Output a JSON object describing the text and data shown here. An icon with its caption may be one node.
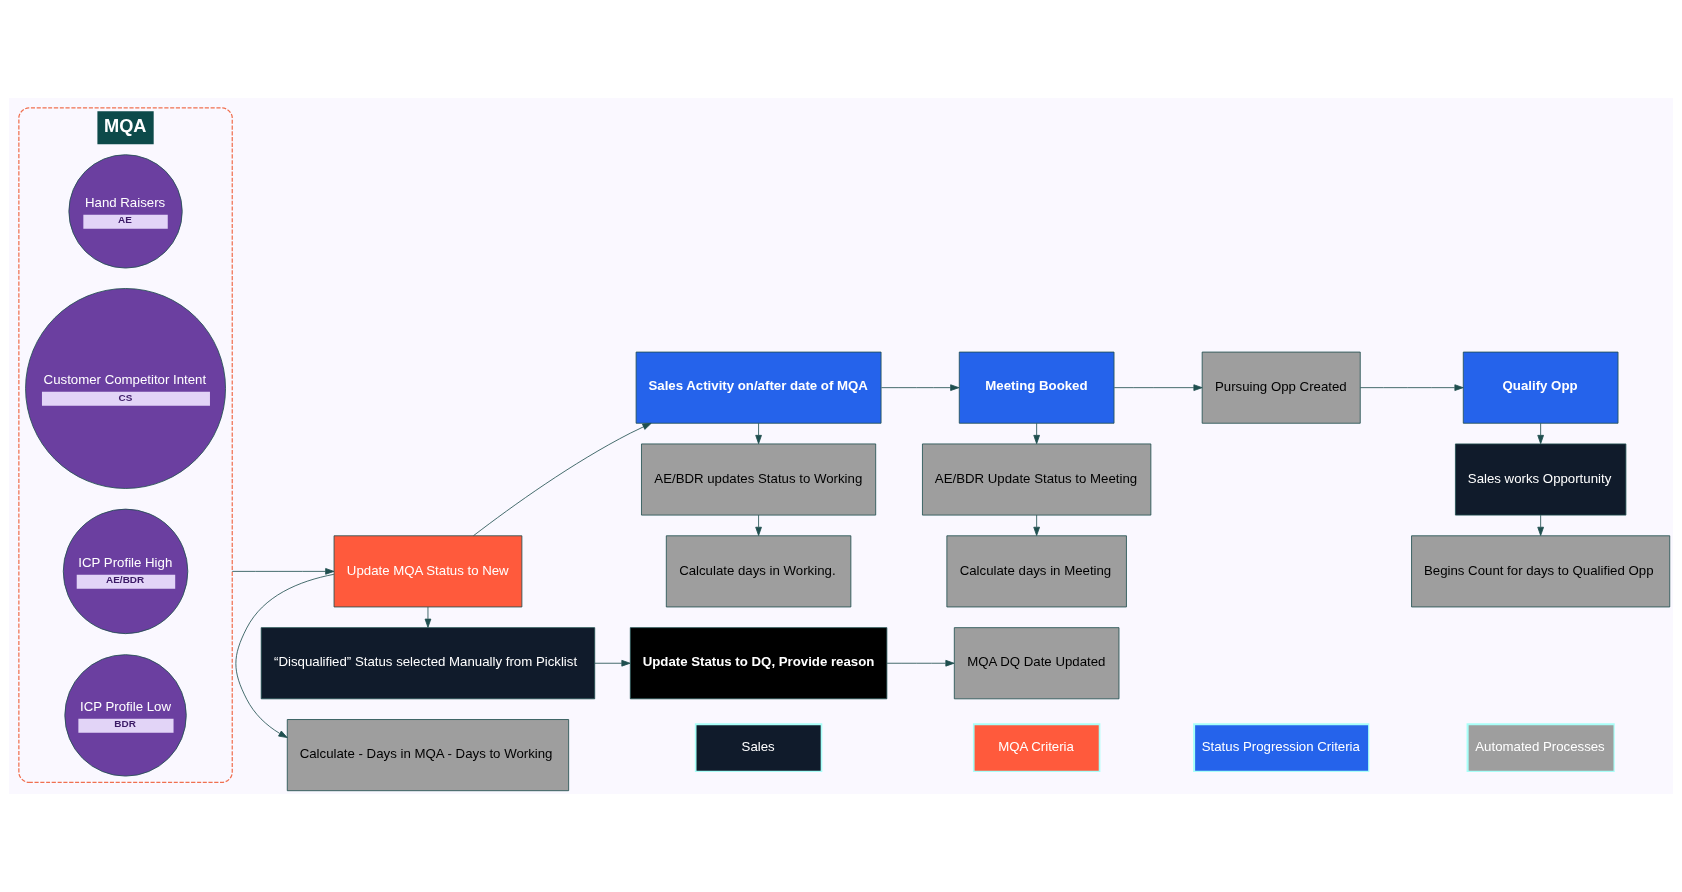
{
  "diagram": {
    "nodes": [
      {
        "text": [
          "MQA"
        ]
      },
      {
        "text": [
          "Hand Raisers",
          "AE"
        ],
        "in": 0
      },
      {
        "text": [
          "Customer Competitor Intent",
          "CS"
        ],
        "in": 0
      },
      {
        "text": [
          "ICP Profile High",
          "AE/BDR"
        ],
        "in": 0
      },
      {
        "text": [
          "ICP Profile Low",
          "BDR"
        ],
        "in": 0
      },
      {
        "text": [
          "Update MQA Status to New"
        ]
      },
      {
        "text": [
          "Calculate - Days in MQA - Days to Working"
        ]
      },
      {
        "text": [
          "“Disqualified” Status selected Manually from Picklist"
        ]
      },
      {
        "text": [
          "Update Status to DQ, Provide reason"
        ]
      },
      {
        "text": [
          "MQA DQ Date Updated"
        ]
      },
      {
        "text": [
          "Sales Activity on/after date of MQA"
        ]
      },
      {
        "text": [
          "AE/BDR updates Status to Working"
        ]
      },
      {
        "text": [
          "Calculate days in Working."
        ]
      },
      {
        "text": [
          "Meeting Booked"
        ]
      },
      {
        "text": [
          "AE/BDR Update Status to Meeting"
        ]
      },
      {
        "text": [
          "Calculate days in Meeting"
        ]
      },
      {
        "text": [
          "Pursuing Opp Created"
        ]
      },
      {
        "text": [
          "Qualify Opp"
        ]
      },
      {
        "text": [
          "Sales works Opportunity"
        ]
      },
      {
        "text": [
          "Begins Count for days to Qualified Opp"
        ]
      }
    ],
    "edges": [
      {
        "from": 0,
        "to": 5,
        "arrow": "to"
      },
      {
        "from": 5,
        "to": 6,
        "arrow": "to"
      },
      {
        "from": 5,
        "to": 7,
        "arrow": "to"
      },
      {
        "from": 7,
        "to": 8,
        "arrow": "to"
      },
      {
        "from": 8,
        "to": 9,
        "arrow": "to"
      },
      {
        "from": 5,
        "to": 10,
        "arrow": "to"
      },
      {
        "from": 10,
        "to": 11,
        "arrow": "to"
      },
      {
        "from": 11,
        "to": 12,
        "arrow": "to"
      },
      {
        "from": 10,
        "to": 13,
        "arrow": "to"
      },
      {
        "from": 13,
        "to": 14,
        "arrow": "to"
      },
      {
        "from": 14,
        "to": 15,
        "arrow": "to"
      },
      {
        "from": 13,
        "to": 16,
        "arrow": "to"
      },
      {
        "from": 16,
        "to": 17,
        "arrow": "to"
      },
      {
        "from": 17,
        "to": 18,
        "arrow": "to"
      },
      {
        "from": 18,
        "to": 19,
        "arrow": "to"
      }
    ],
    "legend": [
      {
        "text": "Sales",
        "color": "#101b2b"
      },
      {
        "text": "MQA Criteria",
        "color": "#ff5a3c"
      },
      {
        "text": "Status Progression Criteria",
        "color": "#2563eb"
      },
      {
        "text": "Automated Processes",
        "color": "#9e9e9e"
      }
    ]
  }
}
